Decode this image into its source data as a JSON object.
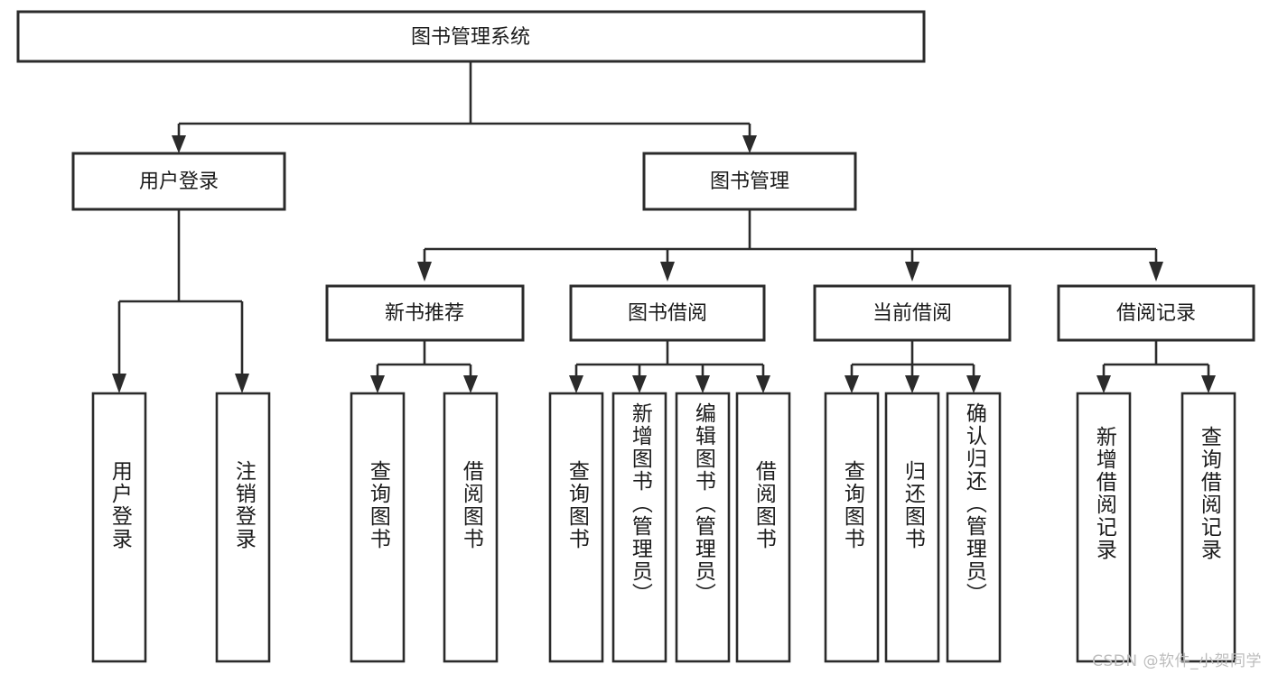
{
  "diagram": {
    "title_node": {
      "label": "图书管理系统"
    },
    "level2": [
      {
        "label": "用户登录"
      },
      {
        "label": "图书管理"
      }
    ],
    "level3": [
      {
        "label": "新书推荐"
      },
      {
        "label": "图书借阅"
      },
      {
        "label": "当前借阅"
      },
      {
        "label": "借阅记录"
      }
    ],
    "leaves": {
      "user_login": [
        {
          "label": "用户登录"
        },
        {
          "label": "注销登录"
        }
      ],
      "new_book_recommend": [
        {
          "label": "查询图书"
        },
        {
          "label": "借阅图书"
        }
      ],
      "book_borrow": [
        {
          "label": "查询图书"
        },
        {
          "label": "新增图书（管理员）"
        },
        {
          "label": "编辑图书（管理员）"
        },
        {
          "label": "借阅图书"
        }
      ],
      "current_borrow": [
        {
          "label": "查询图书"
        },
        {
          "label": "归还图书"
        },
        {
          "label": "确认归还（管理员）"
        }
      ],
      "borrow_record": [
        {
          "label": "新增借阅记录"
        },
        {
          "label": "查询借阅记录"
        }
      ]
    }
  },
  "watermark": {
    "text": "CSDN @软件_小贺同学"
  },
  "colors": {
    "stroke": "#2b2b2b",
    "fill": "#ffffff",
    "text": "#1b1b1b",
    "watermark": "#bdbdbd"
  }
}
